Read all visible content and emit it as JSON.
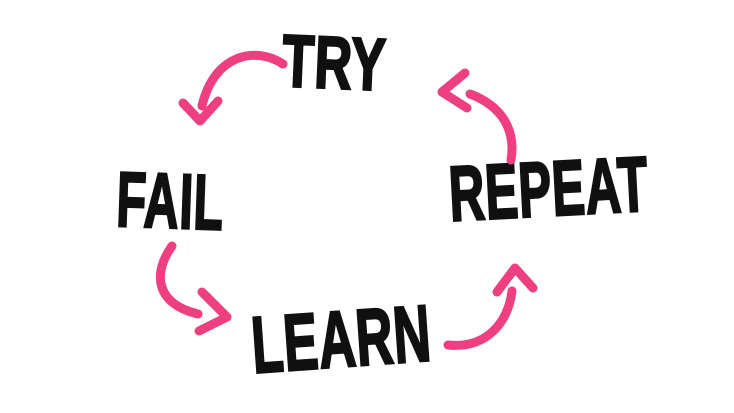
{
  "diagram": {
    "type": "cycle",
    "steps": [
      {
        "id": "try",
        "label": "TRY"
      },
      {
        "id": "fail",
        "label": "FAIL"
      },
      {
        "id": "learn",
        "label": "LEARN"
      },
      {
        "id": "repeat",
        "label": "REPEAT"
      }
    ],
    "arrows": [
      {
        "from": "try",
        "to": "fail"
      },
      {
        "from": "fail",
        "to": "learn"
      },
      {
        "from": "learn",
        "to": "repeat"
      },
      {
        "from": "repeat",
        "to": "try"
      }
    ],
    "colors": {
      "text": "#101010",
      "arrow": "#ee3f80",
      "background": "#ffffff"
    }
  }
}
